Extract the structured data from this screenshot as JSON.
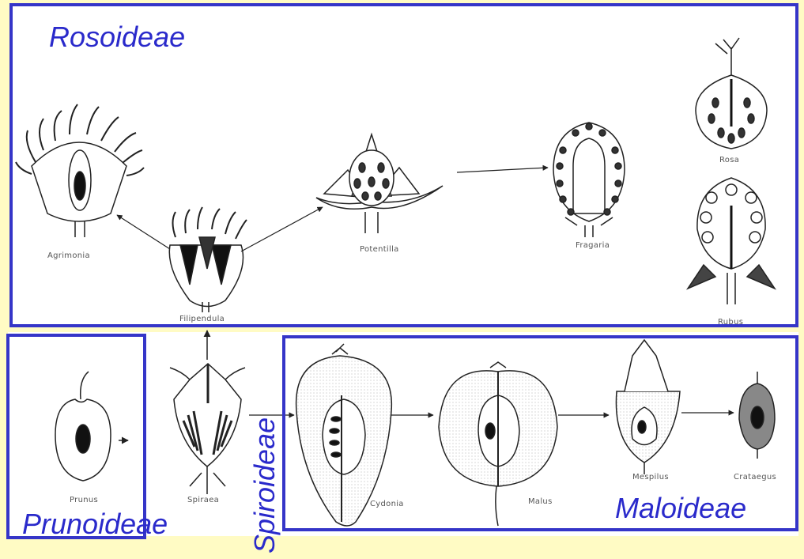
{
  "groups": {
    "rosoideae": "Rosoideae",
    "prunoideae": "Prunoideae",
    "spiroideae": "Spiroideae",
    "maloideae": "Maloideae"
  },
  "genera": {
    "agrimonia": "Agrimonia",
    "filipendula": "Filipendula",
    "potentilla": "Potentilla",
    "fragaria": "Fragaria",
    "rosa": "Rosa",
    "rubus": "Rubus",
    "prunus": "Prunus",
    "spiraea": "Spiraea",
    "cydonia": "Cydonia",
    "malus": "Malus",
    "mespilus": "Mespilus",
    "crataegus": "Crataegus"
  },
  "colors": {
    "frame": "#3535c8",
    "label": "#2a2acb",
    "background": "#fffbc4"
  }
}
